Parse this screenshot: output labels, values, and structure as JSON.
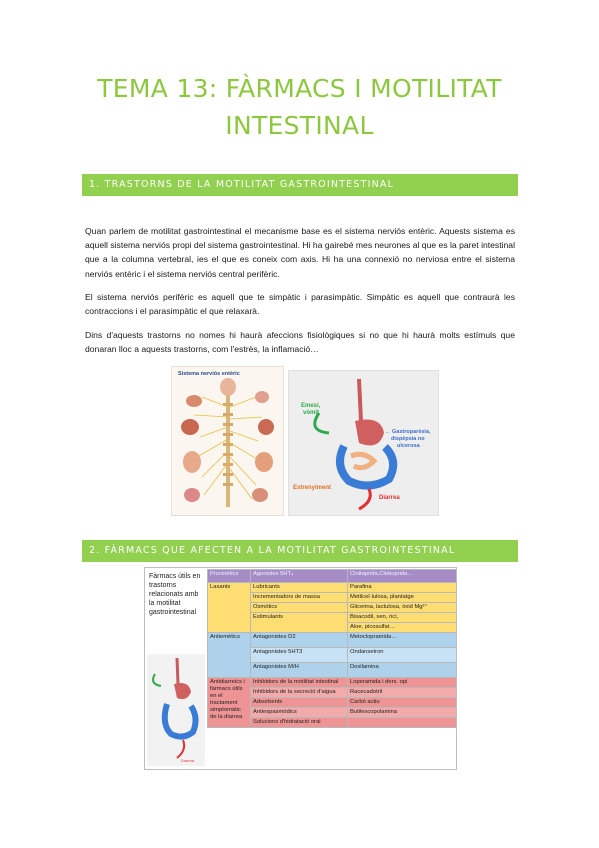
{
  "title_line1": "TEMA 13: FÀRMACS I MOTILITAT",
  "title_line2": "INTESTINAL",
  "section1": "1. TRASTORNS DE LA MOTILITAT GASTROINTESTINAL",
  "section2": "2. FÀRMACS QUE AFECTEN A LA MOTILITAT GASTROINTESTINAL",
  "paragraphs": [
    "Quan parlem de motilitat gastrointestinal el mecanisme base es el sistema nerviós entèric. Aquests sistema es aquell sistema nerviós propi del sistema gastrointestinal. Hi ha gairebé mes neurones al que es la paret intestinal que a la columna vertebral, ies el que es coneix com axis. Hi ha una connexió no nerviosa entre el sistema nerviós entèric i el sistema nerviós central perifèric.",
    "El sistema nerviós perifèric es aquell que te simpàtic i parasimpàtic. Simpàtic es aquell que contraurà les contraccions i el parasimpàtic el que relaxarà.",
    "Dins d'aquests trastorns no nomes hi haurà afeccions fisiològiques si no que hi haurà molts estímuls que donaran lloc a aquests trastorns, com l'estrès, la inflamació…"
  ],
  "figure1": {
    "caption": "Sistema nerviós entèric"
  },
  "figure2": {
    "emesi": "Emesi,",
    "vomit": "vòmit",
    "gastro1": "← Gastroparèsia,",
    "gastro2": "dispèpsia no",
    "gastro3": "ulcerosa",
    "estrenyiment": "Estrenyiment",
    "diarrea": "Diarrea"
  },
  "table": {
    "left": "Fàrmacs útils en trastorns relacionats amb la motilitat gastrointestinal",
    "header": [
      "Procinètics",
      "Agonistes 5HT₄",
      "Cinitaprida,Cleboprida…"
    ],
    "groups": [
      {
        "name": "Laxants",
        "color": "yellow",
        "rows": [
          [
            "Lubricants",
            "Parafina"
          ],
          [
            "Incrementadors de massa",
            "Metilcel·lulosa, plantatge"
          ],
          [
            "Osmòtics",
            "Glicerina, lactulosa, òxid Mg²⁺"
          ],
          [
            "Estimulants",
            "Bisacodil, sen, ricí,"
          ],
          [
            "",
            "Aloe, picosulfat…"
          ]
        ]
      },
      {
        "name": "Antiemètics",
        "color": "blue",
        "rows": [
          [
            "Antagonistes D2",
            "Metoclopramida…"
          ],
          [
            "Antagonistes 5HT3",
            "Ondansetron"
          ],
          [
            "Antagonistes M/H",
            "Doxilamina"
          ]
        ]
      },
      {
        "name": "Antidiarreics i fàrmacs útils en el tractament simptomàtic de la diarrea",
        "color": "red",
        "rows": [
          [
            "Inhibidors de la motilitat intestinal",
            "Loperamida i ders. opi"
          ],
          [
            "Inhibidors de la secreció d'aigua",
            "Racecadotril"
          ],
          [
            "Adsorbents",
            "Carbó actiu"
          ],
          [
            "Antiespasmòdics",
            "Butilescopolamina"
          ],
          [
            "Solucions d'hidratació oral",
            ""
          ]
        ]
      }
    ],
    "small_labels": {
      "diarrea": "Diarrea"
    }
  },
  "colors": {
    "title": "#8dc73f",
    "section_bar": "#92d050",
    "table_header": "#a58cc7"
  }
}
